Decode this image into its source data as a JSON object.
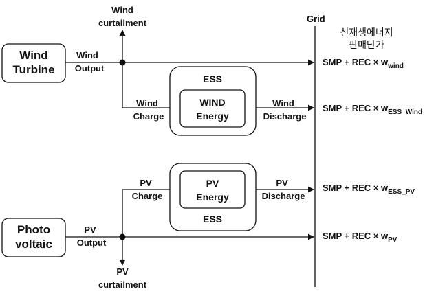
{
  "grid": {
    "label": "Grid"
  },
  "korean_title": {
    "line1": "신재생에너지",
    "line2": "판매단가"
  },
  "wind": {
    "turbine_line1": "Wind",
    "turbine_line2": "Turbine",
    "output_line1": "Wind",
    "output_line2": "Output",
    "curtail_line1": "Wind",
    "curtail_line2": "curtailment",
    "charge_line1": "Wind",
    "charge_line2": "Charge",
    "discharge_line1": "Wind",
    "discharge_line2": "Discharge"
  },
  "pv": {
    "source_line1": "Photo",
    "source_line2": "voltaic",
    "output_line1": "PV",
    "output_line2": "Output",
    "curtail_line1": "PV",
    "curtail_line2": "curtailment",
    "charge_line1": "PV",
    "charge_line2": "Charge",
    "discharge_line1": "PV",
    "discharge_line2": "Discharge"
  },
  "ess_top": {
    "title": "ESS",
    "inner_line1": "WIND",
    "inner_line2": "Energy"
  },
  "ess_bottom": {
    "title": "ESS",
    "inner_line1": "PV",
    "inner_line2": "Energy"
  },
  "prices": {
    "prefix": "SMP + REC × w",
    "wind_sub": "wind",
    "ess_wind_sub": "ESS_Wind",
    "ess_pv_sub": "ESS_PV",
    "pv_sub": "PV"
  }
}
